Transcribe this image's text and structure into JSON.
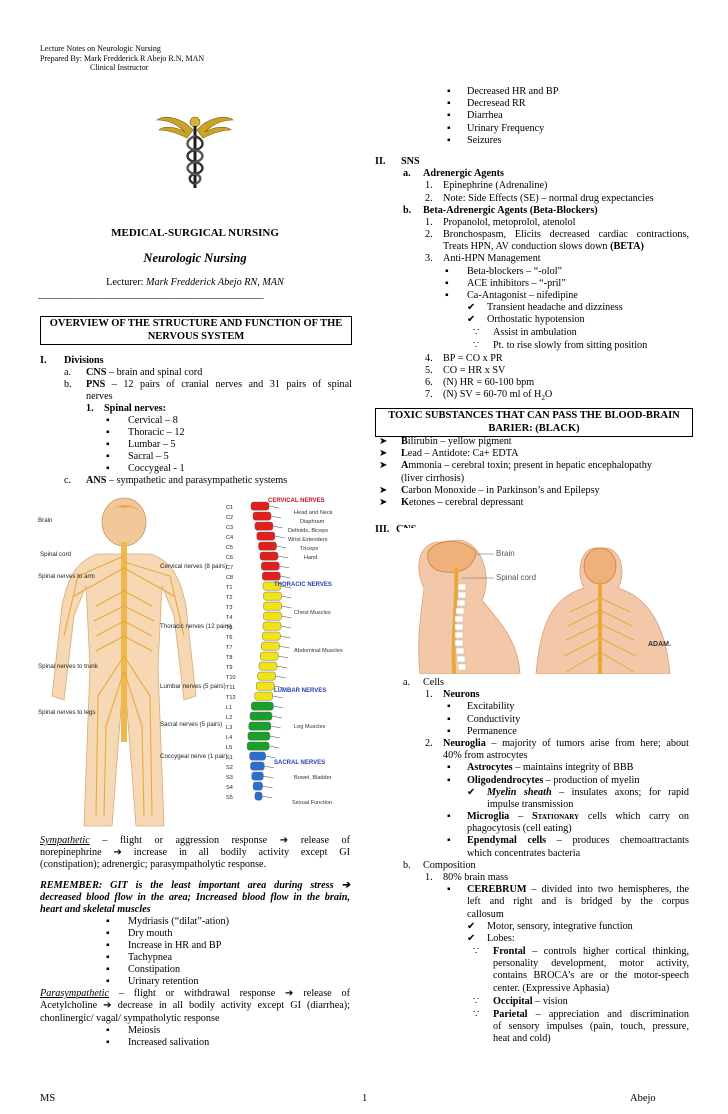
{
  "header": {
    "line1": "Lecture Notes on Neurologic Nursing",
    "line2": "Prepared By: Mark Fredderick R Abejo R.N, MAN",
    "line3": "Clinical Instructor"
  },
  "title": {
    "main": "MEDICAL-SURGICAL NURSING",
    "sub": "Neurologic Nursing",
    "lecturer_label": "Lecturer:",
    "lecturer_name": "Mark Fredderick Abejo RN, MAN",
    "divider": "_______________________________________________"
  },
  "overview_box": {
    "line1": "OVERVIEW OF THE STRUCTURE AND FUNCTION OF THE",
    "line2": "NERVOUS SYSTEM"
  },
  "left": {
    "sec1_num": "I.",
    "sec1_title": "Divisions",
    "a_mark": "a.",
    "a_bold": "CNS",
    "a_text": " – brain and spinal cord",
    "b_mark": "b.",
    "b_bold": "PNS",
    "b_text_l1": " – 12 pairs of cranial nerves and 31 pairs of spinal",
    "b_text_l2": "nerves",
    "spinal_mark": "1.",
    "spinal_title": "Spinal nerves:",
    "spinal_items": [
      "Cervical – 8",
      "Thoracic – 12",
      "Lumbar – 5",
      "Sacral – 5",
      "Coccygeal - 1"
    ],
    "c_mark": "c.",
    "c_bold": "ANS",
    "c_text": " – sympathetic and parasympathetic systems",
    "symp_term": "Sympathetic",
    "symp_l1": " – flight or aggression response  ➔  release of",
    "symp_l2": "norepinephrine  ➔  increase in all bodily activity except GI",
    "symp_l3": "(constipation); adrenergic; parasympatholytic response.",
    "remember_l1": "REMEMBER: GIT is the least important area during stress ➔",
    "remember_l2": "decreased blood flow in the area; Increased blood flow in the brain,",
    "remember_l3": "heart and skeletal muscles",
    "symp_items": [
      "Mydriasis (“dilat”-ation)",
      "Dry mouth",
      "Increase in HR and BP",
      "Tachypnea",
      "Constipation",
      "Urinary retention"
    ],
    "para_term": "Parasympathetic",
    "para_l1": " – flight or withdrawal response  ➔  release of",
    "para_l2": "Acetylcholine ➔ decrease in all bodily activity except GI (diarrhea);",
    "para_l3": "chonlinergic/ vagal/ sympatholytic response",
    "para_items": [
      "Meiosis",
      "Increased salivation"
    ]
  },
  "figure_left": {
    "body_labels": [
      "Brain",
      "Spinal cord",
      "Spinal nerves to arm",
      "Spinal nerves to trunk",
      "Spinal nerves to legs"
    ],
    "group_labels": [
      "Cervical nerves (8 pairs)",
      "Thoracic nerves (12 pairs)",
      "Lumbar nerves (5 pairs)",
      "Sacral nerves (5 pairs)",
      "Coccygeal nerve (1 pair)"
    ],
    "spine_headers": [
      "CERVICAL NERVES",
      "THORACIC NERVES",
      "LUMBAR NERVES",
      "SACRAL NERVES"
    ],
    "cervical_func": [
      "Head and Neck",
      "Diaphram",
      "Deltoids, Biceps",
      "Wrist Extenders",
      "Triceps",
      "Hand"
    ],
    "thoracic_func": [
      "Chest Muscles",
      "Abdominal Muscles"
    ],
    "lumbar_func": [
      "Leg Muscles"
    ],
    "sacral_func": [
      "Bowel, Bladder",
      "Sexual Function"
    ],
    "vertebra_labels": [
      "C1",
      "C2",
      "C3",
      "C4",
      "C5",
      "C6",
      "C7",
      "C8",
      "T1",
      "T2",
      "T3",
      "T4",
      "T5",
      "T6",
      "T7",
      "T8",
      "T9",
      "T10",
      "T11",
      "T12",
      "L1",
      "L2",
      "L3",
      "L4",
      "L5",
      "S1",
      "S2",
      "S3",
      "S4",
      "S5"
    ],
    "colors": {
      "cervical": "#e0201c",
      "thoracic": "#f2e21a",
      "lumbar": "#1aa02a",
      "sacral": "#2a6fd0",
      "header_cervical": "#c0141c",
      "header_thoracic": "#2a3fb0"
    }
  },
  "right": {
    "cont_items": [
      "Decreased HR and BP",
      "Decresead RR",
      "Diarrhea",
      "Urinary Frequency",
      "Seizures"
    ],
    "sec2_num": "II.",
    "sec2_title": "SNS",
    "a_mark": "a.",
    "a_title": "Adrenergic Agents",
    "a_items": [
      "Epinephrine (Adrenaline)",
      "Note: Side Effects (SE) – normal drug expectancies"
    ],
    "b_mark": "b.",
    "b_title": "Beta-Adrenergic Agents (Beta-Blockers)",
    "b1": "Propanolol, metoprolol, atenolol",
    "b2_l1": "Bronchospasm, Elicits decreased cardiac contractions,",
    "b2_l2a": "Treats HPN, AV conduction slows down ",
    "b2_l2b": "(BETA)",
    "b3": "Anti-HPN Management",
    "b3_items": [
      "Beta-blockers – “-olol”",
      "ACE inhibitors – “-pril”",
      "Ca-Antagonist – nifedipine"
    ],
    "ca_items": [
      "Transient headache and dizziness",
      "Orthostatic hypotension"
    ],
    "ca_sub": [
      "Assist in ambulation",
      "Pt. to rise slowly from sitting position"
    ],
    "b4": "BP = CO x PR",
    "b5": "CO = HR x SV",
    "b6": "(N) HR = 60-100 bpm",
    "b7": "(N) SV = 60-70 ml of H",
    "b7_sub": "2",
    "b7_end": "O"
  },
  "toxic_box": {
    "line1": "TOXIC SUBSTANCES THAT CAN PASS THE BLOOD-BRAIN",
    "line2": "BARIER: (BLACK)"
  },
  "toxic_items": [
    {
      "first": "B",
      "rest": "ilirubin – yellow pigment"
    },
    {
      "first": "L",
      "rest": "ead – Antidote: Ca+ EDTA"
    },
    {
      "first": "A",
      "rest": "mmonia – cerebral toxin; present in hepatic encephalopathy"
    },
    {
      "first": "",
      "rest": "(liver cirrhosis)"
    },
    {
      "first": "C",
      "rest": "arbon Monoxide – in Parkinson’s and Epilepsy"
    },
    {
      "first": "K",
      "rest": "etones – cerebral depressant"
    }
  ],
  "sec3": {
    "num": "III.",
    "title": "CNS",
    "fig_labels": [
      "Brain",
      "Spinal cord",
      "ADAM."
    ],
    "a_mark": "a.",
    "a_title": "Cells",
    "n1_mark": "1.",
    "n1_title": "Neurons",
    "n1_items": [
      "Excitability",
      "Conductivity",
      "Permanence"
    ],
    "n2_mark": "2.",
    "n2_title": "Neuroglia",
    "n2_l1": " – majority of tumors arise from here; about",
    "n2_l2": "40% from astrocytes",
    "astro_b": "Astrocytes",
    "astro_t": " – maintains integrity of BBB",
    "oligo_b": "Oligodendrocytes",
    "oligo_t": " – production of myelin",
    "myelin_b": "Myelin sheath",
    "myelin_l1": " – insulates axons; for rapid",
    "myelin_l2": "impulse transmission",
    "micro_b": "Microglia",
    "micro_sc": "Stationary",
    "micro_l1": " cells which carry on",
    "micro_l2": "phagocytosis (cell eating)",
    "epend_b": "Ependymal cells",
    "epend_l1": " – produces chemoattractants",
    "epend_l2": "which concentrates bacteria",
    "b_mark": "b.",
    "b_title": "Composition",
    "c1_mark": "1.",
    "c1_text": "80% brain mass",
    "cereb_b": "CEREBRUM",
    "cereb_l1": " – divided into two hemispheres, the",
    "cereb_l2": "left and right and is bridged by the corpus",
    "cereb_l3": "callosum",
    "cereb_checks": [
      "Motor, sensory, integrative function",
      "Lobes:"
    ],
    "frontal_b": "Frontal",
    "frontal_l1": " – controls higher cortical thinking,",
    "frontal_l2": "personality development, motor activity,",
    "frontal_l3": "contains BROCA’s are or the motor-speech",
    "frontal_l4": "center. (Expressive Aphasia)",
    "occ_b": "Occipital",
    "occ_t": " – vision",
    "par_b": "Parietal",
    "par_l1": " – appreciation and discrimination",
    "par_l2": "of sensory impulses (pain, touch, pressure,",
    "par_l3": "heat and cold)"
  },
  "footer": {
    "left": "MS",
    "center": "1",
    "right": "Abejo"
  }
}
